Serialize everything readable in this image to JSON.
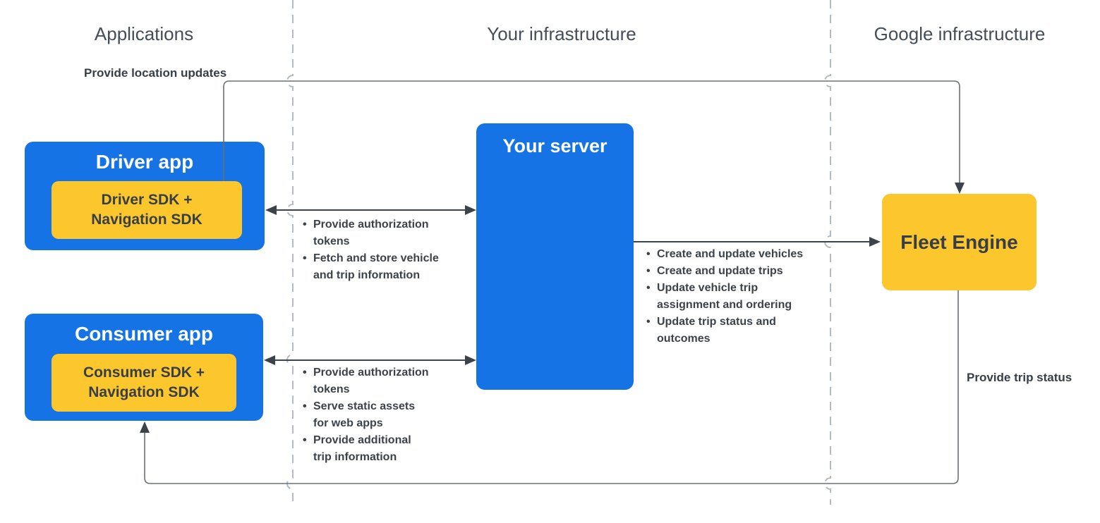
{
  "lanes": [
    {
      "label": "Applications"
    },
    {
      "label": "Your infrastructure"
    },
    {
      "label": "Google infrastructure"
    }
  ],
  "nodes": {
    "driver_app": {
      "title": "Driver app",
      "sdk": "Driver SDK +\nNavigation SDK"
    },
    "consumer_app": {
      "title": "Consumer app",
      "sdk": "Consumer SDK +\nNavigation SDK"
    },
    "your_server": {
      "title": "Your server"
    },
    "fleet_engine": {
      "title": "Fleet Engine"
    }
  },
  "edges": {
    "driver_to_fleet": {
      "label": "Provide location updates"
    },
    "fleet_to_consumer": {
      "label": "Provide trip status"
    },
    "driver_server": {
      "bullets": [
        "Provide authorization\ntokens",
        "Fetch and store vehicle\nand trip information"
      ]
    },
    "consumer_server": {
      "bullets": [
        "Provide authorization\ntokens",
        "Serve static assets\nfor web apps",
        "Provide additional\ntrip information"
      ]
    },
    "server_fleet": {
      "bullets": [
        "Create and update vehicles",
        "Create and update trips",
        "Update vehicle trip\nassignment and ordering",
        "Update trip status and\noutcomes"
      ]
    }
  },
  "colors": {
    "box_blue": "#1573E6",
    "box_yellow": "#FCC62D",
    "dark_text": "#383E47",
    "header_text": "#454D59",
    "wire_gray": "#6A7077",
    "arrow_dark": "#3C434B",
    "divider_gray": "#B4BAC2"
  }
}
